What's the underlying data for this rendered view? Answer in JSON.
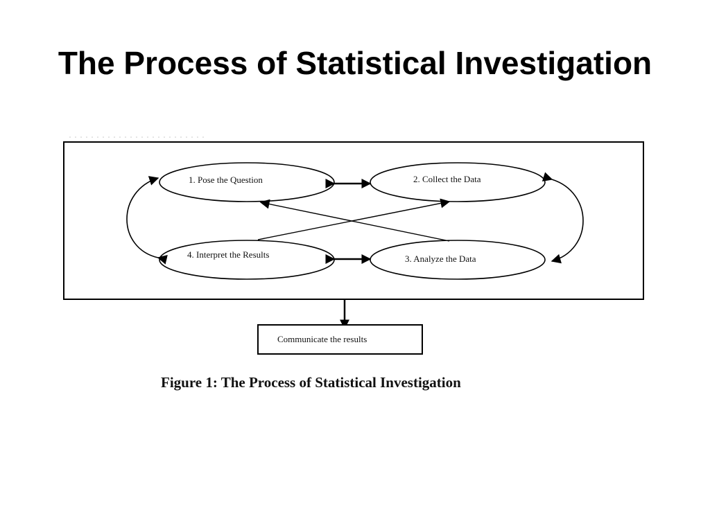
{
  "slide": {
    "title": "The Process of Statistical Investigation"
  },
  "diagram": {
    "steps": [
      {
        "label": "1.  Pose the Question"
      },
      {
        "label": "2.  Collect the Data"
      },
      {
        "label": "3.  Analyze the Data"
      },
      {
        "label": "4.  Interpret the Results"
      }
    ],
    "output_box": {
      "label": "Communicate the results"
    },
    "caption": "Figure 1: The Process of Statistical Investigation"
  }
}
